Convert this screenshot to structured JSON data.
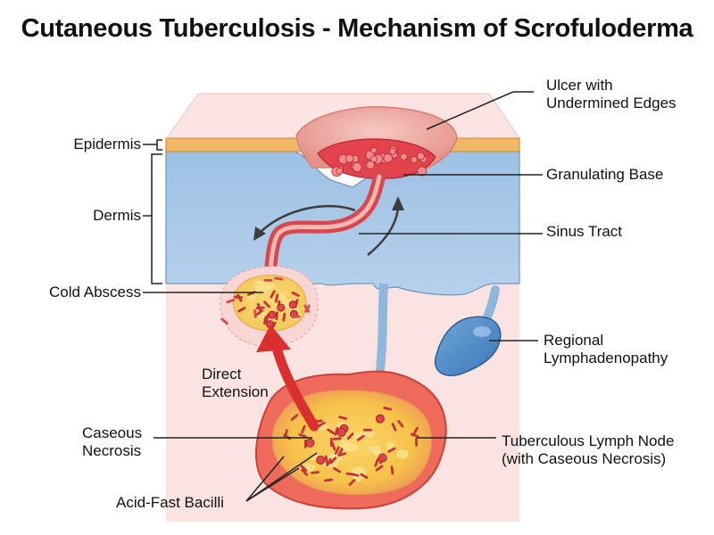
{
  "title": "Cutaneous Tuberculosis - Mechanism of Scrofuloderma",
  "labels": {
    "ulcer_line1": "Ulcer with",
    "ulcer_line2": "Undermined Edges",
    "epidermis": "Epidermis",
    "granulating_base": "Granulating Base",
    "dermis": "Dermis",
    "sinus_tract": "Sinus Tract",
    "cold_abscess": "Cold Abscess",
    "regional_line1": "Regional",
    "regional_line2": "Lymphadenopathy",
    "direct_line1": "Direct",
    "direct_line2": "Extension",
    "caseous_line1": "Caseous",
    "caseous_line2": "Necrosis",
    "node_line1": "Tuberculous Lymph Node",
    "node_line2": "(with Caseous Necrosis)",
    "bacilli": "Acid-Fast Bacilli"
  },
  "colors": {
    "epidermis": "#f3b866",
    "dermis": "#a9c8e6",
    "subcutis": "#fbe2e0",
    "ulcer_rim": "#e89a92",
    "granulation": "#e2434d",
    "sinus": "#d8474e",
    "caseous": "#f6c744",
    "node_capsule": "#ee6a5a",
    "lymph_node": "#4a86c5",
    "arrow": "#d9302f",
    "leader": "#222222"
  }
}
